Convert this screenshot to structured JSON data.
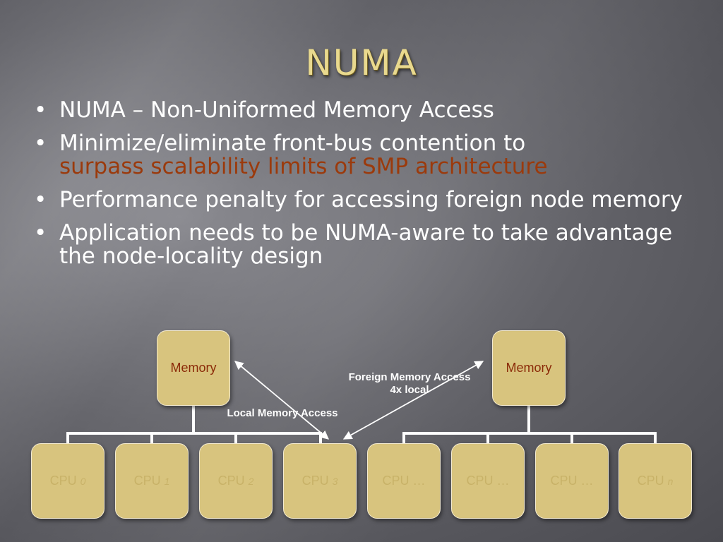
{
  "slide": {
    "title": "NUMA",
    "bullets": [
      {
        "text": "NUMA – Non-Uniformed Memory Access"
      },
      {
        "text": "Minimize/eliminate front-bus contention to",
        "accent": "surpass scalability limits of SMP architecture"
      },
      {
        "text": "Performance penalty for accessing foreign node memory"
      },
      {
        "text": "Application needs to be NUMA-aware to take advantage the node-locality design"
      }
    ]
  },
  "diagram": {
    "memory_left": "Memory",
    "memory_right": "Memory",
    "local_access": "Local Memory Access",
    "foreign_access": "Foreign Memory Access",
    "foreign_ratio": "4x local",
    "cpus": [
      {
        "prefix": "CPU ",
        "suffix": "0"
      },
      {
        "prefix": "CPU ",
        "suffix": "1"
      },
      {
        "prefix": "CPU ",
        "suffix": "2"
      },
      {
        "prefix": "CPU ",
        "suffix": "3"
      },
      {
        "prefix": "CPU …",
        "suffix": ""
      },
      {
        "prefix": "CPU …",
        "suffix": ""
      },
      {
        "prefix": "CPU …",
        "suffix": ""
      },
      {
        "prefix": "CPU ",
        "suffix": "n"
      }
    ]
  },
  "colors": {
    "title": "#e9d98e",
    "accent_text": "#9b3a0c",
    "box_fill": "#d8c47e",
    "memory_text": "#8b2a08",
    "cpu_text": "#c8b268"
  }
}
